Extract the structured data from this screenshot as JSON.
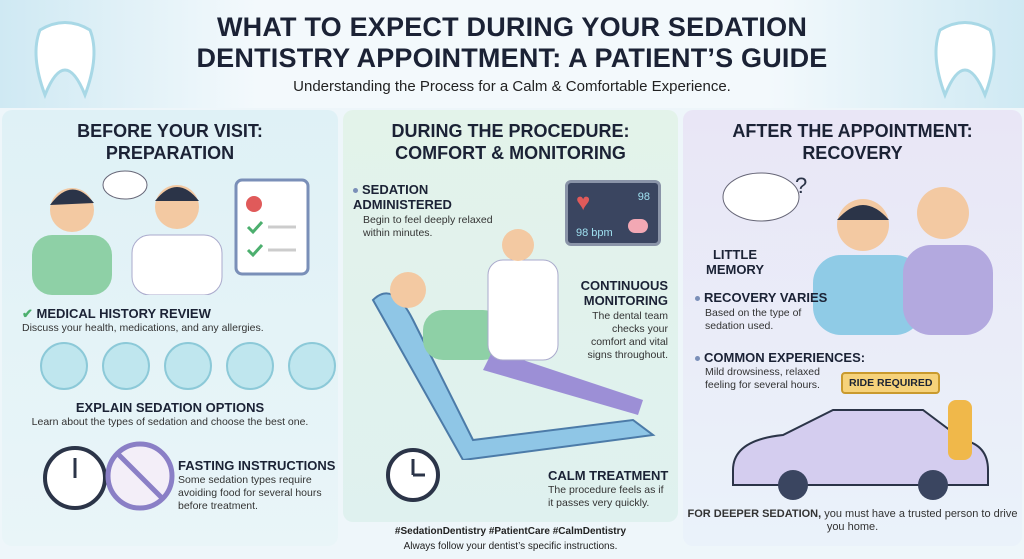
{
  "header": {
    "title_line1": "WHAT TO EXPECT DURING YOUR SEDATION",
    "title_line2": "DENTISTRY APPOINTMENT: A PATIENT’S GUIDE",
    "subtitle": "Understanding the Process for a Calm & Comfortable Experience."
  },
  "before": {
    "title_line1": "BEFORE YOUR VISIT:",
    "title_line2": "PREPARATION",
    "items": [
      {
        "heading": "MEDICAL HISTORY REVIEW",
        "text": "Discuss your health, medications, and any allergies."
      },
      {
        "heading": "EXPLAIN SEDATION OPTIONS",
        "text": "Learn about the types of sedation and choose the best one."
      },
      {
        "heading": "FASTING INSTRUCTIONS",
        "text": "Some sedation types require avoiding food for several hours before treatment."
      }
    ]
  },
  "during": {
    "title_line1": "DURING THE PROCEDURE:",
    "title_line2": "COMFORT & MONITORING",
    "items": [
      {
        "heading": "SEDATION ADMINISTERED",
        "text": "Begin to feel deeply relaxed within minutes."
      },
      {
        "heading": "CONTINUOUS MONITORING",
        "text": "The dental team checks your comfort and vital signs throughout."
      },
      {
        "heading": "CALM TREATMENT",
        "text": "The procedure feels as if it passes very quickly."
      }
    ],
    "monitor": {
      "pulse": "98",
      "bpm": "98 bpm"
    }
  },
  "after": {
    "title_line1": "AFTER THE APPOINTMENT:",
    "title_line2": "RECOVERY",
    "memory": "LITTLE MEMORY",
    "items": [
      {
        "heading": "RECOVERY VARIES",
        "text": "Based on the type of sedation used."
      },
      {
        "heading": "COMMON EXPERIENCES:",
        "text": "Mild drowsiness, relaxed feeling for several hours."
      }
    ],
    "ride_sign": "RIDE REQUIRED",
    "note_bold": "FOR DEEPER SEDATION,",
    "note_rest": " you must have a trusted person to drive you home."
  },
  "footer": {
    "hashtags": "#SedationDentistry #PatientCare #CalmDentistry",
    "note": "Always follow your dentist’s specific instructions."
  },
  "colors": {
    "teal": "#8cc9d8",
    "green": "#7ec49a",
    "lavender": "#b3a9df",
    "heart": "#e05a5a"
  }
}
